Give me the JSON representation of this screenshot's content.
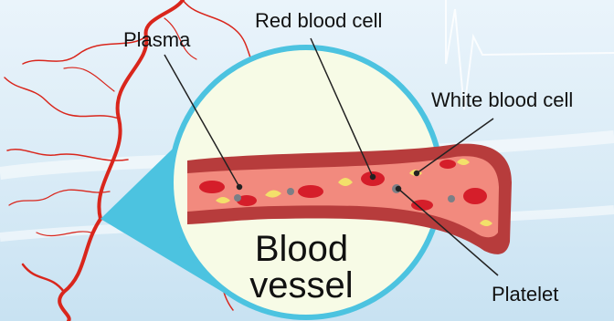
{
  "labels": {
    "plasma": "Plasma",
    "red_blood_cell": "Red blood cell",
    "white_blood_cell": "White blood cell",
    "platelet": "Platelet"
  },
  "title": {
    "line1": "Blood",
    "line2": "vessel"
  },
  "colors": {
    "background": "#dcecf7",
    "vein": "#d9261c",
    "magnifier": "#4cc3e0",
    "lens": "#f7fbe6",
    "vessel_wall": "#c94a4a",
    "plasma": "#f28a7e",
    "red_cell": "#d51e2a",
    "white_cell": "#f3e06a",
    "platelet": "#7b7f86"
  }
}
